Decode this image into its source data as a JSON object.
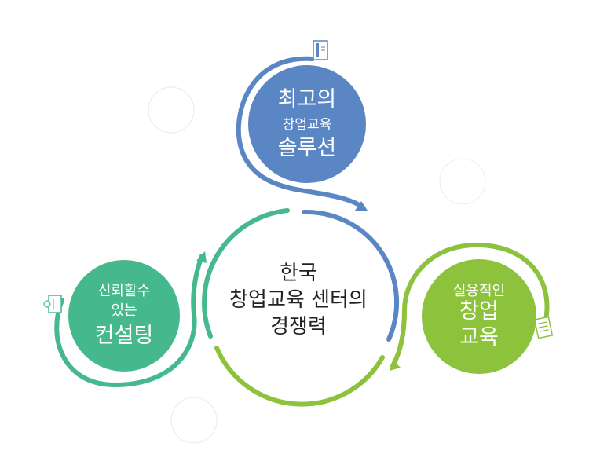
{
  "center": {
    "line1": "한국",
    "line2": "창업교육 센터의",
    "line3": "경쟁력"
  },
  "top": {
    "line1": "최고의",
    "line2": "창업교육",
    "line3": "솔루션",
    "color": "#5b86c4"
  },
  "left": {
    "line1": "신뢰할수",
    "line2": "있는",
    "line3": "컨설팅",
    "color": "#45b98d"
  },
  "right": {
    "line1": "실용적인",
    "line2": "창업",
    "line3": "교육",
    "color": "#8cc23c"
  },
  "icons": {
    "top": "book-icon",
    "left": "notebook-icon",
    "right": "note-pad-icon"
  }
}
